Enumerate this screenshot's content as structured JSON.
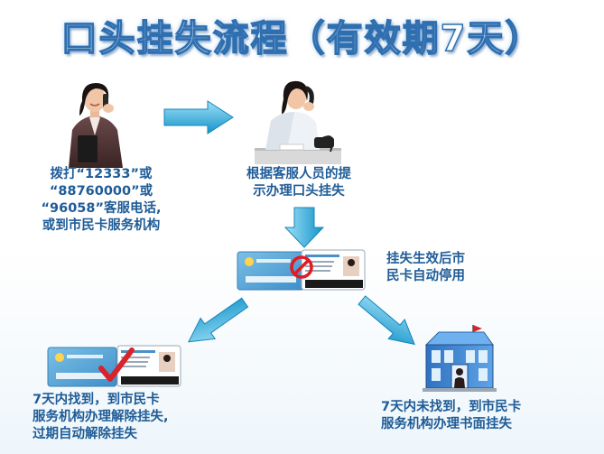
{
  "title": "口头挂失流程（有效期7天）",
  "steps": {
    "call": [
      "拨打“12333”或",
      "“88760000”或",
      "“96058”客服电话,",
      "或到市民卡服务机构"
    ],
    "guide": [
      "根据客服人员的提",
      "示办理口头挂失"
    ],
    "effect": [
      "挂失生效后市",
      "民卡自动停用"
    ],
    "found": [
      "7天内找到，到市民卡",
      "服务机构办理解除挂失,",
      "过期自动解除挂失"
    ],
    "not_found": [
      "7天内未找到，到市民卡",
      "服务机构办理书面挂失"
    ]
  },
  "colors": {
    "text": "#1f5c97",
    "arrow_light": "#7fd0f2",
    "arrow_dark": "#1493c9",
    "card_blue": "#5aa9d8",
    "check_red": "#d9232a",
    "prohibit_red": "#e21a22"
  },
  "icons": {
    "woman_phone": "woman-on-phone-icon",
    "operator": "call-center-operator-icon",
    "card_blocked": "blocked-card-icon",
    "card_ok": "approved-card-icon",
    "building": "service-building-icon"
  }
}
